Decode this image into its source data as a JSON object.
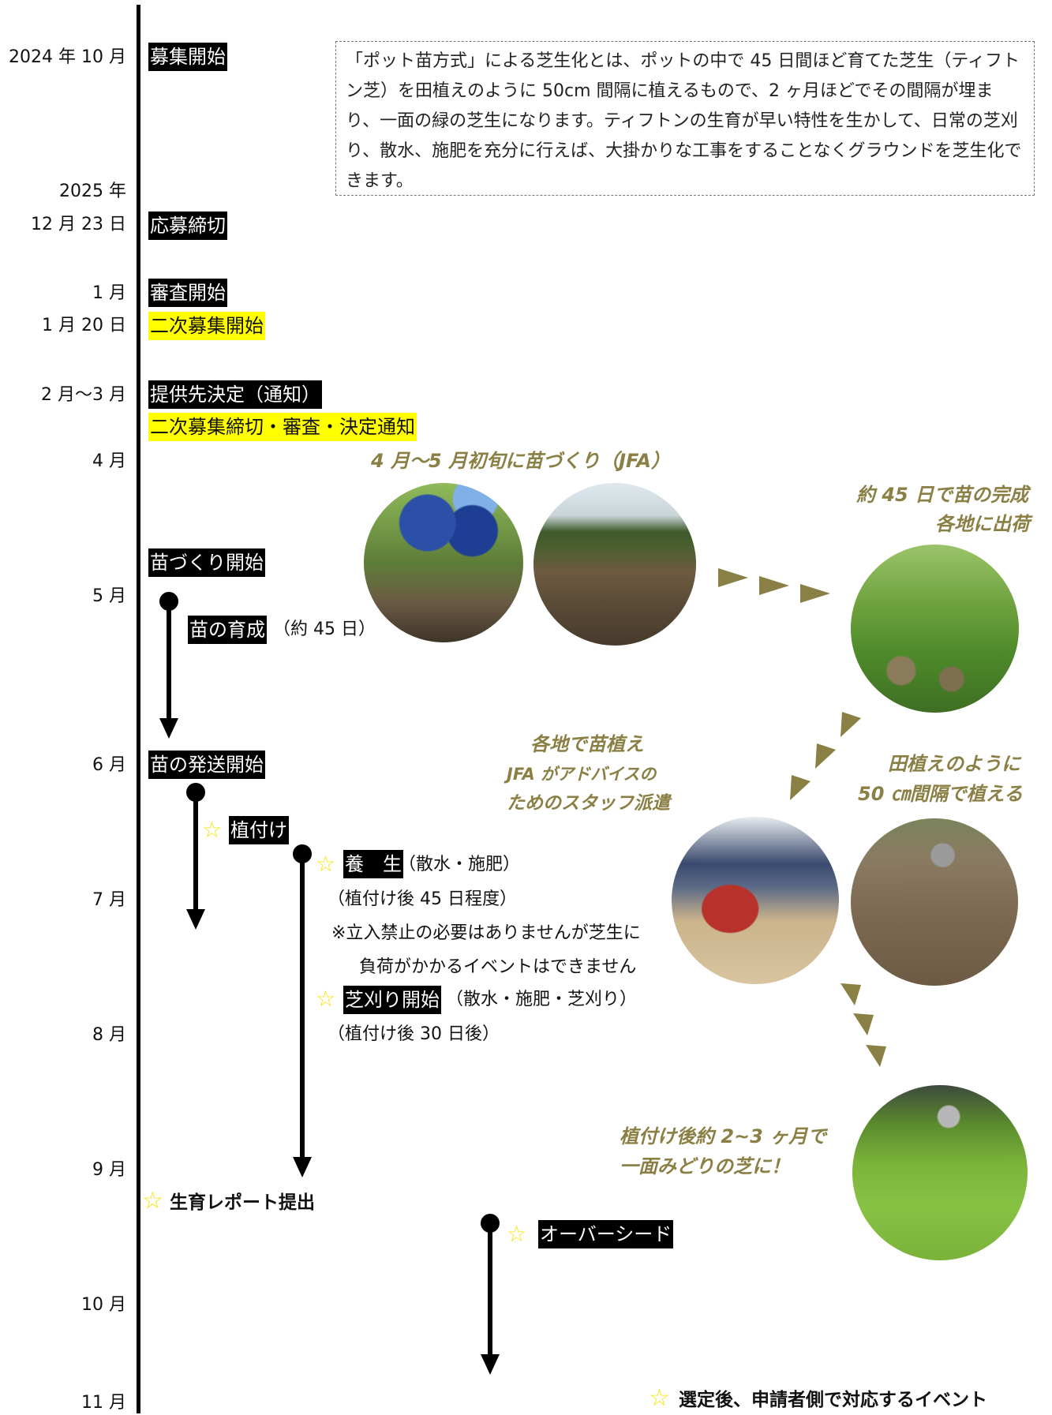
{
  "info_text": "「ポット苗方式」による芝生化とは、ポットの中で 45 日間ほど育てた芝生（ティフトン芝）を田植えのように 50cm 間隔に植えるもので、2 ヶ月ほどでその間隔が埋まり、一面の緑の芝生になります。ティフトンの生育が早い特性を生かして、日常の芝刈り、散水、施肥を充分に行えば、大掛かりな工事をすることなくグラウンドを芝生化できます。",
  "dates": {
    "d1": "2024 年 10 月",
    "d2": "2025 年",
    "d3": "12 月 23 日",
    "d4": "1 月",
    "d5": "1 月 20 日",
    "d6": "2 月～3 月",
    "d7": "4 月",
    "d8": "5 月",
    "d9": "6 月",
    "d10": "7 月",
    "d11": "8 月",
    "d12": "9 月",
    "d13": "10 月",
    "d14": "11 月"
  },
  "events": {
    "recruit_start": "募集開始",
    "deadline": "応募締切",
    "review_start": "審査開始",
    "second_recruit": "二次募集開始",
    "decision": "提供先決定（通知）",
    "second_close": "二次募集締切・審査・決定通知",
    "seedling_start": "苗づくり開始",
    "grow": "苗の育成",
    "grow_note": "（約 45 日）",
    "ship": "苗の発送開始",
    "plant": "植付け",
    "cure": "養　生",
    "cure_note": "（散水・施肥）",
    "cure_period": "（植付け後 45 日程度）",
    "caution1": "※立入禁止の必要はありませんが芝生に",
    "caution2": "負荷がかかるイベントはできません",
    "mow": "芝刈り開始",
    "mow_note": "（散水・施肥・芝刈り）",
    "mow_period": "（植付け後 30 日後）",
    "report": "生育レポート提出",
    "overseed": "オーバーシード"
  },
  "captions": {
    "c1": "4 月～5 月初旬に苗づくり（JFA）",
    "c2a": "約 45 日で苗の完成",
    "c2b": "各地に出荷",
    "c3a": "各地で苗植え",
    "c3b": "JFA がアドバイスの",
    "c3c": "ためのスタッフ派遣",
    "c4a": "田植えのように",
    "c4b": "50 ㎝間隔で植える",
    "c5a": "植付け後約 2~3 ヶ月で",
    "c5b": "一面みどりの芝に！"
  },
  "legend": "選定後、申請者側で対応するイベント",
  "colors": {
    "olive": "#8a7f44",
    "highlight": "#ffff00",
    "star": "#f4e60a"
  }
}
